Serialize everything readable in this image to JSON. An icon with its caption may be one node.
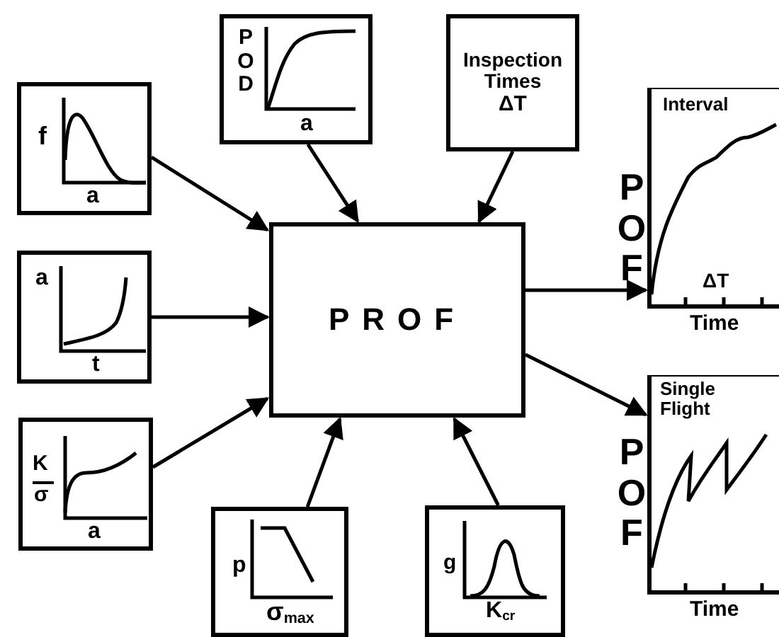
{
  "diagram": {
    "nodes": [
      {
        "text": [
          "f",
          "a"
        ]
      },
      {
        "text": [
          "a",
          "t"
        ]
      },
      {
        "text": [
          "K",
          "σ",
          "a"
        ]
      },
      {
        "text": [
          "POD",
          "a"
        ]
      },
      {
        "text": [
          "Inspection Times",
          "ΔT"
        ]
      },
      {
        "text": [
          "PROF"
        ]
      },
      {
        "text": [
          "p",
          "σ$_{max}$"
        ]
      },
      {
        "text": [
          "g",
          "K$_{cr}$"
        ]
      },
      {
        "text": [
          "Interval",
          "ΔT",
          "Time"
        ],
        "beside": [
          "POF"
        ]
      },
      {
        "text": [
          "Single Flight",
          "Time"
        ],
        "beside": [
          "POF"
        ]
      }
    ],
    "edges": [
      {
        "from": 0,
        "to": 5,
        "arrow": "to"
      },
      {
        "from": 1,
        "to": 5,
        "arrow": "to"
      },
      {
        "from": 2,
        "to": 5,
        "arrow": "to"
      },
      {
        "from": 3,
        "to": 5,
        "arrow": "to"
      },
      {
        "from": 4,
        "to": 5,
        "arrow": "to"
      },
      {
        "from": 6,
        "to": 5,
        "arrow": "to"
      },
      {
        "from": 7,
        "to": 5,
        "arrow": "to"
      },
      {
        "from": 5,
        "to": 8,
        "arrow": "to"
      },
      {
        "from": 5,
        "to": 9,
        "arrow": "to"
      }
    ]
  }
}
